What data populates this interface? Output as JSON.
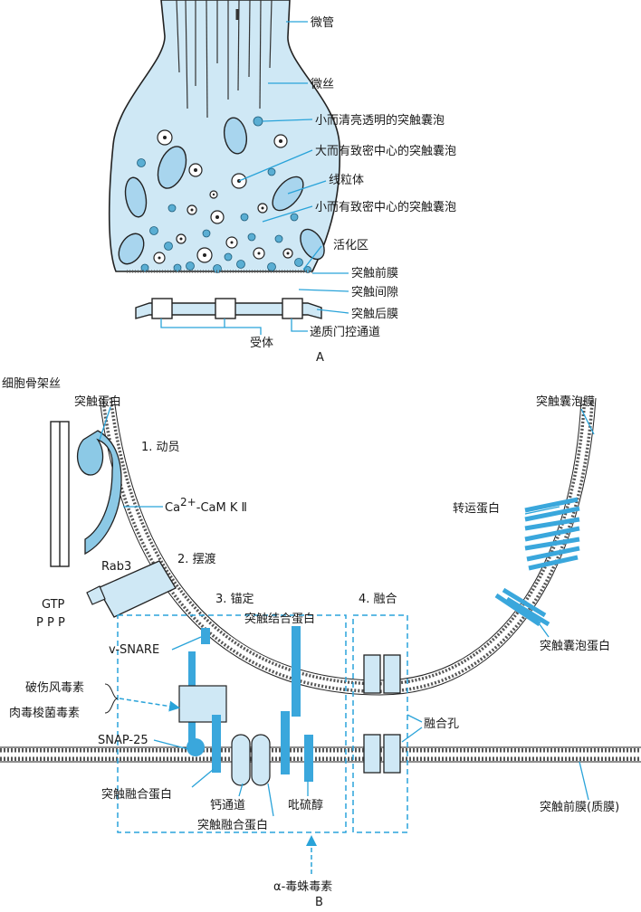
{
  "panel_a": {
    "caption": "A",
    "labels": {
      "microtubule": "微管",
      "microfilament": "微丝",
      "small_clear_vesicle": "小而清亮透明的突触囊泡",
      "large_dense_core_vesicle": "大而有致密中心的突触囊泡",
      "mitochondrion": "线粒体",
      "small_dense_core_vesicle": "小而有致密中心的突触囊泡",
      "active_zone": "活化区",
      "presynaptic_membrane": "突触前膜",
      "synaptic_cleft": "突触间隙",
      "postsynaptic_membrane": "突触后膜",
      "receptor": "受体",
      "ligand_gated_channel": "递质门控通道"
    }
  },
  "panel_b": {
    "caption": "B",
    "labels": {
      "cytoskeleton": "细胞骨架丝",
      "synapsin": "突触蛋白",
      "mobilization": "1. 动员",
      "camk_prefix": "Ca",
      "camk_sup": "2+",
      "camk_suffix": "-CaM K Ⅱ",
      "docking_transfer": "2. 摆渡",
      "rab3": "Rab3",
      "gtp": "GTP",
      "ppp": "P P P",
      "anchoring": "3. 锚定",
      "fusion": "4. 融合",
      "vesicle_membrane": "突触囊泡膜",
      "transporter": "转运蛋白",
      "synaptophysin": "突触囊泡蛋白",
      "synaptotagmin": "突触结合蛋白",
      "v_snare": "v-SNARE",
      "tetanus_toxin": "破伤风毒素",
      "botulinum_toxin": "肉毒梭菌毒素",
      "snap25": "SNAP-25",
      "fusion_pore": "融合孔",
      "syntaxin_left": "突触融合蛋白",
      "calcium_channel": "钙通道",
      "syntaxin_bottom": "突触融合蛋白",
      "phenothiazine": "吡硫醇",
      "presynaptic_plasma": "突触前膜(质膜)",
      "alpha_latrotoxin": "α-毒蛛毒素"
    }
  },
  "colors": {
    "terminal_fill": "#cfe8f5",
    "vesicle_fill": "#5aaed3",
    "protein_fill": "#3aa7dc",
    "leader_line": "#29a3d9",
    "dashed_box": "#2aa3dc",
    "ink": "#222222"
  }
}
